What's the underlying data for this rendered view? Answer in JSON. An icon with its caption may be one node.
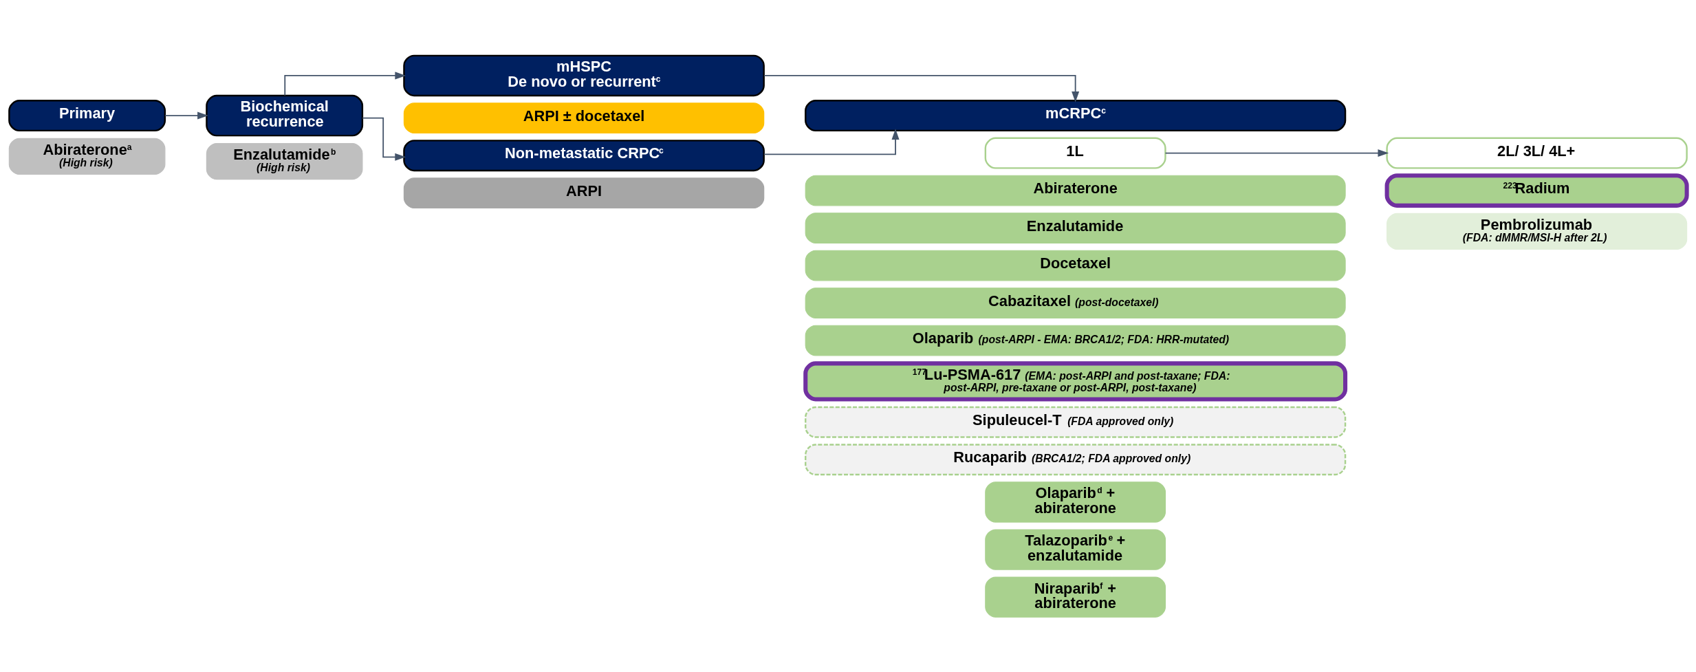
{
  "diagram": {
    "nodes": [
      {
        "text": [
          "Primary"
        ]
      },
      {
        "text": [
          "Biochemical recurrence"
        ]
      },
      {
        "text": [
          "Abiraterone$^{a}$",
          "*(High risk)*"
        ]
      },
      {
        "text": [
          "Enzalutamide$^{b}$",
          "*(High risk)*"
        ]
      },
      {
        "text": [
          "mHSPC",
          "De novo or recurrent$^{c}$"
        ]
      },
      {
        "text": [
          "ARPI ± docetaxel"
        ]
      },
      {
        "text": [
          "Non-metastatic CRPC$^{c}$"
        ]
      },
      {
        "text": [
          "ARPI"
        ]
      },
      {
        "text": [
          "mCRPC$^{c}$"
        ]
      },
      {
        "text": [
          "1L"
        ]
      },
      {
        "text": [
          "2L/ 3L/ 4L+"
        ]
      },
      {
        "text": [
          "Abiraterone"
        ]
      },
      {
        "text": [
          "Enzalutamide"
        ]
      },
      {
        "text": [
          "Docetaxel"
        ]
      },
      {
        "text": [
          "Cabazitaxel *(post-docetaxel)*"
        ]
      },
      {
        "text": [
          "Olaparib *(post-ARPI - EMA: BRCA1/2; FDA: HRR-mutated)*"
        ]
      },
      {
        "text": [
          "$^{177}$Lu-PSMA-617 *(EMA: post-ARPI and post-taxane; FDA: post-ARPI, pre-taxane or post-ARPI, post-taxane)*"
        ]
      },
      {
        "text": [
          "Sipuleucel-T *(FDA approved only)*"
        ]
      },
      {
        "text": [
          "Rucaparib *(BRCA1/2; FDA approved only)*"
        ]
      },
      {
        "text": [
          "Olaparib$^{d}$ + abiraterone"
        ]
      },
      {
        "text": [
          "$^{223}$Radium"
        ]
      },
      {
        "text": [
          "Talazoparib$^{e}$ + enzalutamide"
        ]
      },
      {
        "text": [
          "Pembrolizumab",
          "*(FDA: dMMR/MSI-H after 2L)*"
        ]
      },
      {
        "text": [
          "Niraparib$^{f}$ + abiraterone"
        ]
      }
    ],
    "edges": [
      {
        "from": 0,
        "to": 1,
        "arrow": "to"
      },
      {
        "from": 1,
        "to": 4,
        "arrow": "to"
      },
      {
        "from": 1,
        "to": 6,
        "arrow": "to"
      },
      {
        "from": 4,
        "to": 8,
        "arrow": "to"
      },
      {
        "from": 6,
        "to": 8,
        "arrow": "to"
      },
      {
        "from": 9,
        "to": 10,
        "arrow": "to"
      }
    ]
  }
}
